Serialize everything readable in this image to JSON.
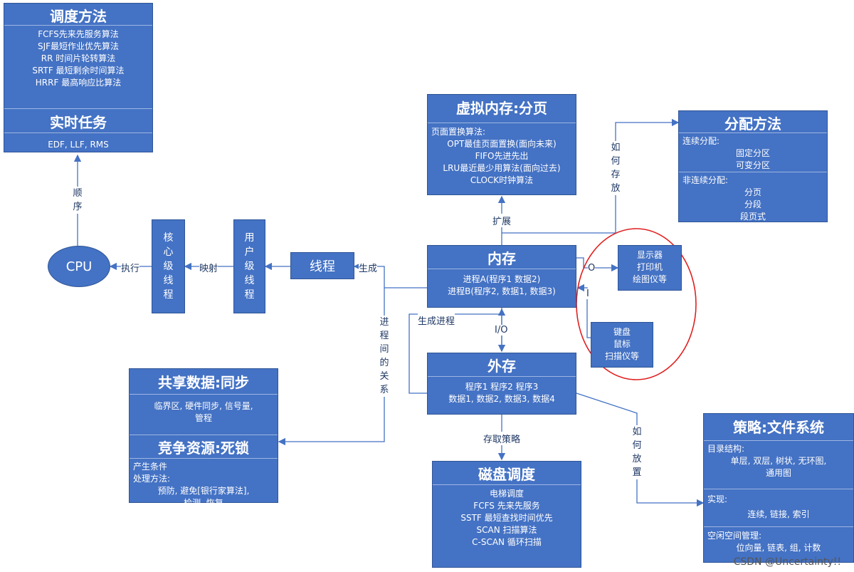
{
  "scheduling": {
    "title": "调度方法",
    "items": [
      "FCFS先来先服务算法",
      "SJF最短作业优先算法",
      "RR 时间片轮转算法",
      "SRTF 最短剩余时间算法",
      "HRRF 最高响应比算法"
    ],
    "realtime_title": "实时任务",
    "realtime_items": "EDF, LLF, RMS"
  },
  "virtual_memory": {
    "title": "虚拟内存:分页",
    "intro": "页面置换算法:",
    "items": [
      "OPT最佳页面置换(面向未来)",
      "FIFO先进先出",
      "LRU最近最少用算法(面向过去)",
      "CLOCK时钟算法"
    ]
  },
  "allocation": {
    "title": "分配方法",
    "contiguous_label": "连续分配:",
    "contiguous_items": [
      "固定分区",
      "可变分区"
    ],
    "noncontiguous_label": "非连续分配:",
    "noncontiguous_items": [
      "分页",
      "分段",
      "段页式"
    ]
  },
  "memory": {
    "title": "内存",
    "items": [
      "进程A(程序1 数据2)",
      "进程B(程序2, 数据1, 数据3)"
    ]
  },
  "output_devices": [
    "显示器",
    "打印机",
    "绘图仪等"
  ],
  "input_devices": [
    "键盘",
    "鼠标",
    "扫描仪等"
  ],
  "storage": {
    "title": "外存",
    "items": [
      "程序1 程序2 程序3",
      "数据1, 数据2, 数据3, 数据4"
    ]
  },
  "disk": {
    "title": "磁盘调度",
    "items": [
      "电梯调度",
      "FCFS 先来先服务",
      "SSTF 最短查找时间优先",
      "SCAN 扫描算法",
      "C-SCAN 循环扫描"
    ]
  },
  "file_system": {
    "title": "策略:文件系统",
    "dir_label": "目录结构:",
    "dir_items": [
      "单层, 双层, 树状, 无环图,",
      "通用图"
    ],
    "impl_label": "实现:",
    "impl_items": [
      "连续, 链接, 索引"
    ],
    "free_label": "空闲空间管理:",
    "free_items": [
      "位向量, 链表, 组, 计数"
    ]
  },
  "sync": {
    "title": "共享数据:同步",
    "items": [
      "临界区, 硬件同步, 信号量,",
      "管程"
    ],
    "deadlock_title": "竞争资源:死锁",
    "deadlock_lines": [
      "产生条件",
      "处理方法:"
    ],
    "deadlock_items": [
      "预防, 避免[银行家算法],",
      "检测, 恢复"
    ]
  },
  "cpu": "CPU",
  "kernel_thread": "核心级线程",
  "user_thread": "用户级线程",
  "thread": "线程",
  "labels": {
    "order": "顺序",
    "execute": "执行",
    "map": "映射",
    "generate": "生成",
    "process_relation": "进程间的关系",
    "generate_process": "生成进程",
    "io": "I/O",
    "extend": "扩展",
    "how_store": "如何存放",
    "how_place": "如何放置",
    "access_strategy": "存取策略",
    "o": "O",
    "i": "I"
  },
  "watermark": "CSDN @Uncertainty!!",
  "colors": {
    "box": "#4472c4",
    "line": "#4472c4",
    "circle": "#e02020"
  }
}
